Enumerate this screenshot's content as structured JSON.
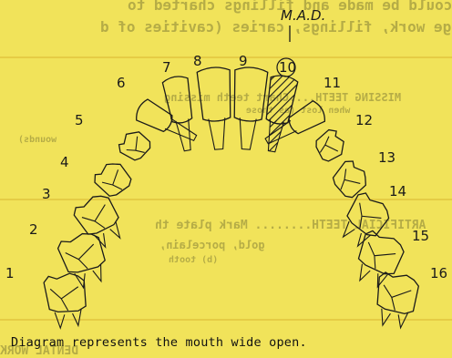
{
  "diagram": {
    "annotation": "M.A.D.",
    "marked_tooth": "10",
    "upper_teeth": [
      "1",
      "2",
      "3",
      "4",
      "5",
      "6",
      "7",
      "8",
      "9",
      "10",
      "11",
      "12",
      "13",
      "14",
      "15",
      "16"
    ],
    "caption": "Diagram represents the mouth wide open."
  },
  "background_form_text": [
    "could be made and fillings charted to",
    "bridge work, fillings, caries (cavities of d",
    "MISSING TEETH....Chart teeth missing",
    "when lost (as those",
    "wounds)",
    "ARTIFICIAL TEETH........ Mark plate th",
    "gold, porcelain,",
    "(b) tooth",
    "DENTAL WORK"
  ],
  "colors": {
    "paper": "#f1e35a",
    "ink": "#1a1a1a",
    "hatch": "#1a1a1a"
  }
}
